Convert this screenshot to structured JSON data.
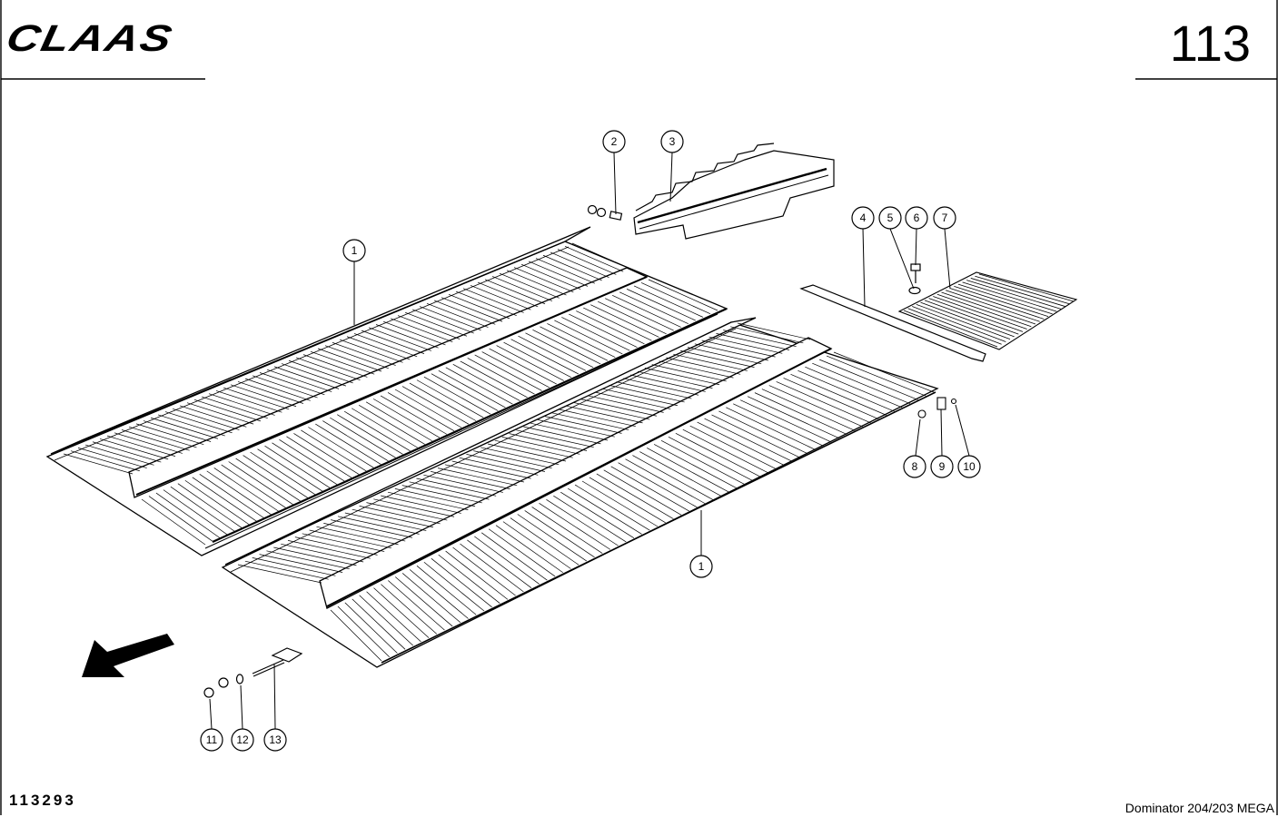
{
  "header": {
    "brand": "CLAAS",
    "page_number": "113"
  },
  "footer": {
    "drawing_number": "113293",
    "model": "Dominator 204/203 MEGA"
  },
  "callouts": [
    {
      "id": "1a",
      "label": "1"
    },
    {
      "id": "1b",
      "label": "1"
    },
    {
      "id": "2",
      "label": "2"
    },
    {
      "id": "3",
      "label": "3"
    },
    {
      "id": "4",
      "label": "4"
    },
    {
      "id": "5",
      "label": "5"
    },
    {
      "id": "6",
      "label": "6"
    },
    {
      "id": "7",
      "label": "7"
    },
    {
      "id": "8",
      "label": "8"
    },
    {
      "id": "9",
      "label": "9"
    },
    {
      "id": "10",
      "label": "10"
    },
    {
      "id": "11",
      "label": "11"
    },
    {
      "id": "12",
      "label": "12"
    },
    {
      "id": "13",
      "label": "13"
    }
  ]
}
